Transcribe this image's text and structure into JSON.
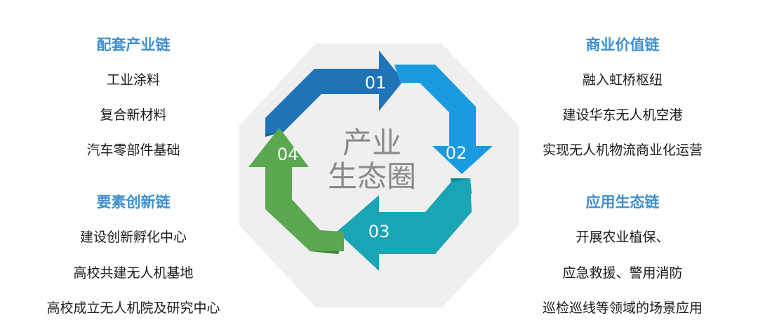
{
  "left": {
    "sections": [
      {
        "title": "配套产业链",
        "items": [
          "工业涂料",
          "复合新材料",
          "汽车零部件基础"
        ]
      },
      {
        "title": "要素创新链",
        "items": [
          "建设创新孵化中心",
          "高校共建无人机基地",
          "高校成立无人机院及研究中心"
        ]
      }
    ]
  },
  "right": {
    "sections": [
      {
        "title": "商业价值链",
        "items": [
          "融入虹桥枢纽",
          "建设华东无人机空港",
          "实现无人机物流商业化运营"
        ]
      },
      {
        "title": "应用生态链",
        "items": [
          "开展农业植保、",
          "应急救援、警用消防",
          "巡检巡线等领域的场景应用"
        ]
      }
    ]
  },
  "center": {
    "line1": "产业",
    "line2": "生态圈"
  },
  "arrows": [
    {
      "label": "01",
      "color": "#1f74b8"
    },
    {
      "label": "02",
      "color": "#1a9be0"
    },
    {
      "label": "03",
      "color": "#19a5b3"
    },
    {
      "label": "04",
      "color": "#5aa84f"
    }
  ],
  "colors": {
    "section_title": "#3d8fd1",
    "item_text": "#1a1a1a",
    "center_text": "#8a8a8a",
    "octagon": "#efefef"
  }
}
